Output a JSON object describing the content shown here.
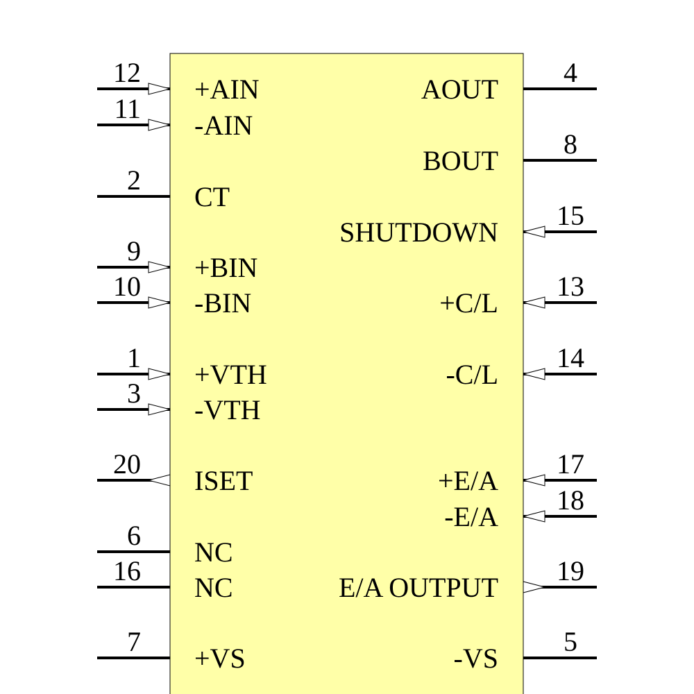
{
  "component": {
    "body_fill": "#ffffa8",
    "body_stroke": "#000000",
    "pins_left": [
      {
        "number": "12",
        "label": "+AIN",
        "direction": "input"
      },
      {
        "number": "11",
        "label": "-AIN",
        "direction": "input"
      },
      {
        "number": "2",
        "label": "CT",
        "direction": "passive"
      },
      {
        "number": "9",
        "label": "+BIN",
        "direction": "input"
      },
      {
        "number": "10",
        "label": "-BIN",
        "direction": "input"
      },
      {
        "number": "1",
        "label": "+VTH",
        "direction": "input"
      },
      {
        "number": "3",
        "label": "-VTH",
        "direction": "input"
      },
      {
        "number": "20",
        "label": "ISET",
        "direction": "output"
      },
      {
        "number": "6",
        "label": "NC",
        "direction": "passive"
      },
      {
        "number": "16",
        "label": "NC",
        "direction": "passive"
      },
      {
        "number": "7",
        "label": "+VS",
        "direction": "passive"
      }
    ],
    "pins_right": [
      {
        "number": "4",
        "label": "AOUT",
        "direction": "passive"
      },
      {
        "number": "8",
        "label": "BOUT",
        "direction": "passive"
      },
      {
        "number": "15",
        "label": "SHUTDOWN",
        "direction": "input"
      },
      {
        "number": "13",
        "label": "+C/L",
        "direction": "input"
      },
      {
        "number": "14",
        "label": "-C/L",
        "direction": "input"
      },
      {
        "number": "17",
        "label": "+E/A",
        "direction": "input"
      },
      {
        "number": "18",
        "label": "-E/A",
        "direction": "input"
      },
      {
        "number": "19",
        "label": "E/A OUTPUT",
        "direction": "output"
      },
      {
        "number": "5",
        "label": "-VS",
        "direction": "passive"
      }
    ]
  }
}
